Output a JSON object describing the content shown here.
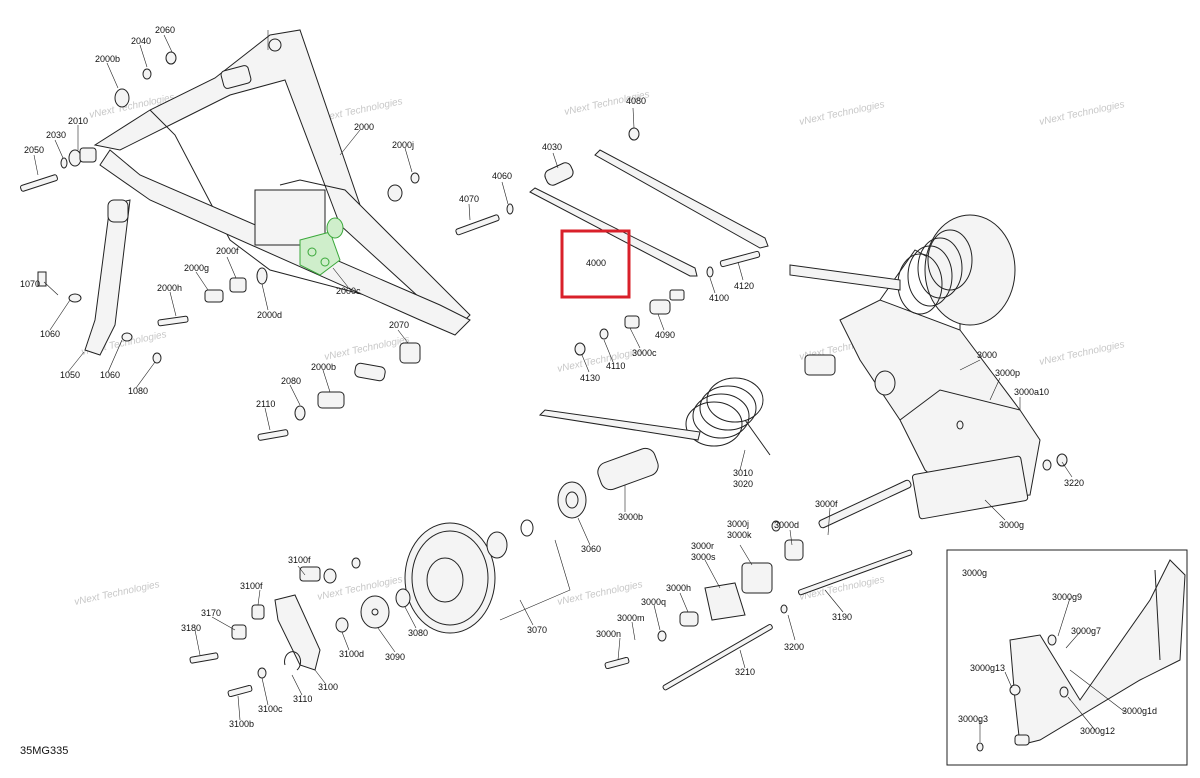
{
  "diagram_code": "35MG335",
  "highlighted_part": "4000",
  "watermark": "vNext Technologies",
  "inset_title": "3000g",
  "callouts": [
    "2060",
    "2040",
    "2000b",
    "2010",
    "2030",
    "2050",
    "2000",
    "2000j",
    "1070",
    "1060",
    "1050",
    "1060",
    "1080",
    "2000f",
    "2000g",
    "2000h",
    "2000d",
    "2000c",
    "2070",
    "2080",
    "2000b",
    "2110",
    "4080",
    "4030",
    "4060",
    "4070",
    "4000",
    "4100",
    "4120",
    "4090",
    "4130",
    "4110",
    "3000c",
    "3000",
    "3000p",
    "3000a10",
    "3220",
    "3000g",
    "3010",
    "3020",
    "3000b",
    "3060",
    "3070",
    "3080",
    "3090",
    "3100d",
    "3100",
    "3110",
    "3100c",
    "3100b",
    "3100f",
    "3100f",
    "3170",
    "3180",
    "3000f",
    "3000d",
    "3000j",
    "3000k",
    "3000r",
    "3000s",
    "3000h",
    "3000q",
    "3000m",
    "3000n",
    "3200",
    "3190",
    "3210",
    "3000g9",
    "3000g7",
    "3000g13",
    "3000g3",
    "3000g12",
    "3000g1d"
  ]
}
